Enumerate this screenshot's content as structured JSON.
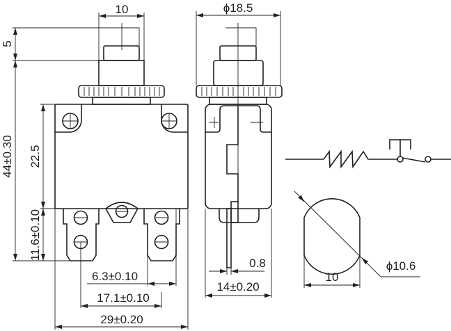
{
  "front_view": {
    "dim_button_width": "10",
    "dim_button_travel": "5",
    "dim_total_height": "44±0.30",
    "dim_body_height": "22.5",
    "dim_terminal_length": "11.6±0.10",
    "dim_terminal_width": "6.3±0.10",
    "dim_terminal_pitch": "17.1±0.10",
    "dim_body_width": "29±0.20"
  },
  "side_view": {
    "dim_nut_diameter": "ϕ18.5",
    "dim_terminal_thickness": "0.8",
    "dim_body_depth": "14±0.20"
  },
  "panel_cutout": {
    "dim_diameter": "ϕ10.6",
    "dim_flat_width": "10"
  },
  "colors": {
    "line": "#231f20",
    "background": "#ffffff"
  }
}
